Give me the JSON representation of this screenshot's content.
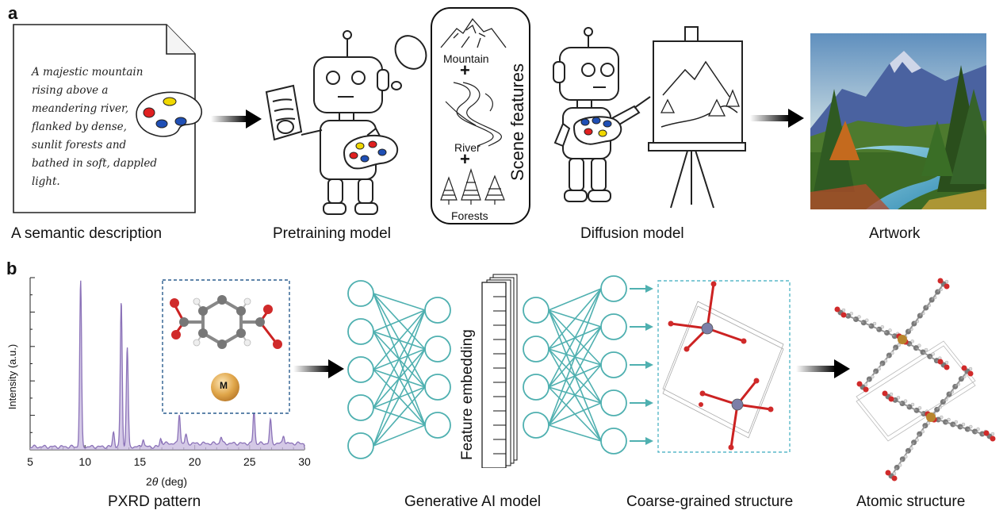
{
  "panel_a": {
    "label": "a",
    "description_text": [
      "A majestic mountain",
      "rising above a",
      "meandering river,",
      "flanked by dense,",
      "sunlit forests and",
      "bathed in soft, dappled",
      "light."
    ],
    "captions": {
      "semantic": "A semantic description",
      "pretraining": "Pretraining model",
      "diffusion": "Diffusion model",
      "artwork": "Artwork"
    },
    "scene_features": {
      "title": "Scene features",
      "mountain": "Mountain",
      "river": "River",
      "forests": "Forests",
      "plus": "+"
    }
  },
  "panel_b": {
    "label": "b",
    "metal_label": "M",
    "feature_embedding": "Feature embedding",
    "captions": {
      "pxrd": "PXRD pattern",
      "generative": "Generative AI model",
      "coarse": "Coarse-grained structure",
      "atomic": "Atomic structure"
    }
  },
  "chart_data": {
    "type": "line",
    "xlabel_prefix": "2",
    "xlabel_symbol": "θ",
    "xlabel_suffix": " (deg)",
    "ylabel": "Intensity (a.u.)",
    "xlim": [
      5,
      30
    ],
    "xticks": [
      5,
      10,
      15,
      20,
      25,
      30
    ],
    "xtick_labels": [
      "5",
      "10",
      "15",
      "20",
      "25",
      "30"
    ],
    "color": "#8b72b8",
    "peaks": [
      {
        "x": 9.6,
        "h": 1.0
      },
      {
        "x": 12.6,
        "h": 0.09
      },
      {
        "x": 13.3,
        "h": 0.88
      },
      {
        "x": 13.85,
        "h": 0.6
      },
      {
        "x": 15.3,
        "h": 0.05
      },
      {
        "x": 16.9,
        "h": 0.05
      },
      {
        "x": 18.6,
        "h": 0.18
      },
      {
        "x": 19.2,
        "h": 0.05
      },
      {
        "x": 22.4,
        "h": 0.04
      },
      {
        "x": 25.4,
        "h": 0.2
      },
      {
        "x": 26.9,
        "h": 0.14
      },
      {
        "x": 28.1,
        "h": 0.05
      }
    ]
  }
}
